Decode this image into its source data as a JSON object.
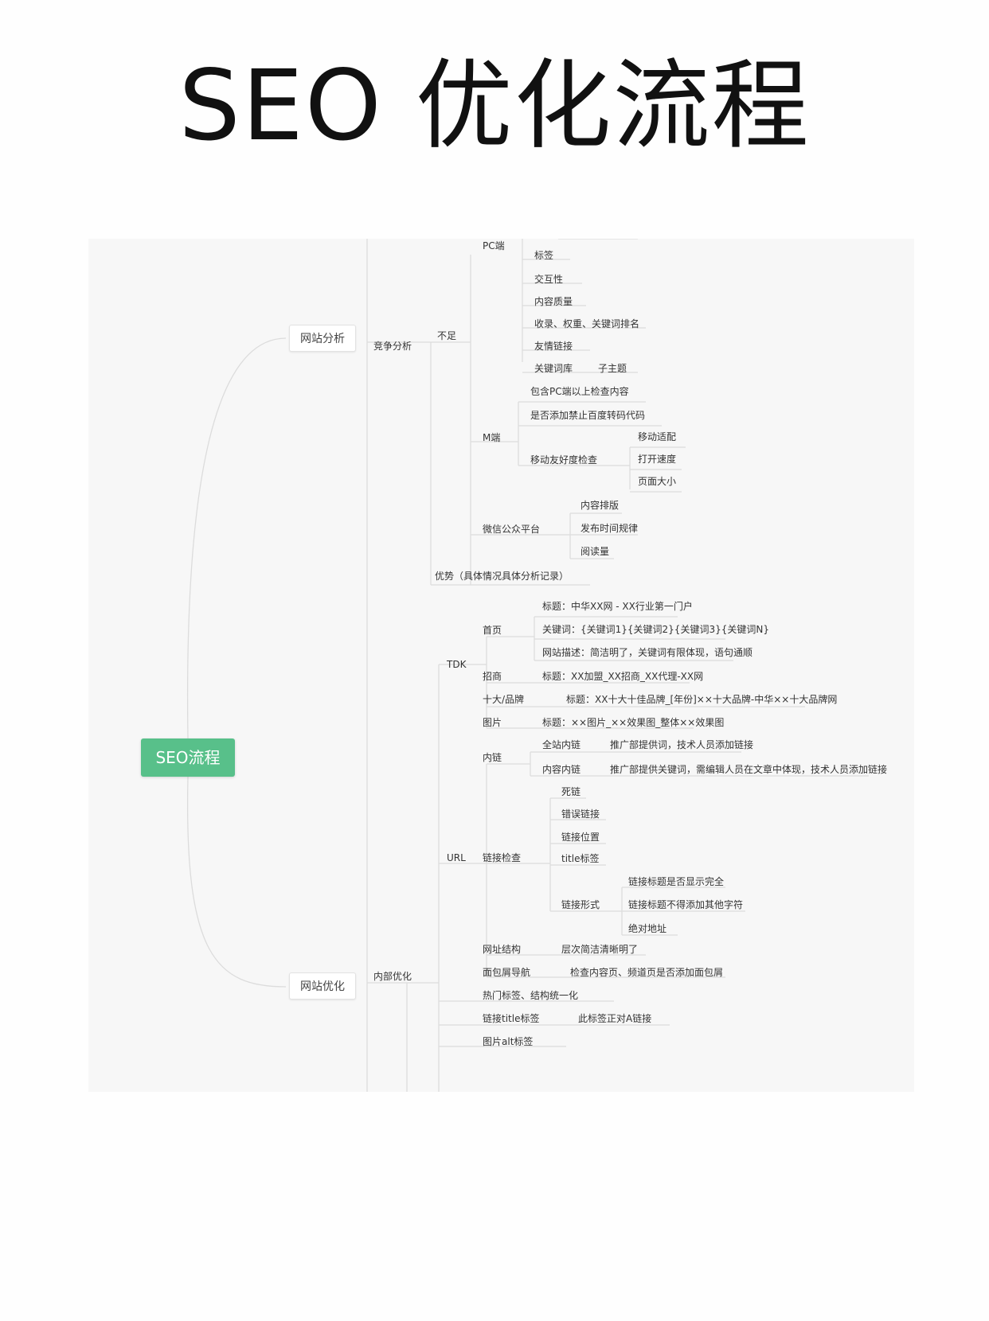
{
  "page": {
    "title": "SEO 优化流程"
  },
  "root": "SEO流程",
  "branch_analysis": {
    "label": "网站分析",
    "competitor": "竞争分析",
    "weakness": "不足",
    "pc": {
      "label": "PC端",
      "items": [
        "标签",
        "交互性",
        "内容质量",
        "收录、权重、关键词排名",
        "友情链接",
        "关键词库"
      ],
      "keyword_sub": "子主题"
    },
    "mobile": {
      "label": "M端",
      "items": [
        "包含PC端以上检查内容",
        "是否添加禁止百度转码代码"
      ],
      "friendly": "移动友好度检查",
      "friendly_items": [
        "移动适配",
        "打开速度",
        "页面大小"
      ]
    },
    "wechat": {
      "label": "微信公众平台",
      "items": [
        "内容排版",
        "发布时间规律",
        "阅读量"
      ]
    },
    "advantage": "优势（具体情况具体分析记录）"
  },
  "branch_opt": {
    "label": "网站优化",
    "internal": "内部优化",
    "tdk": {
      "label": "TDK",
      "home": {
        "label": "首页",
        "items": [
          "标题：中华XX网 - XX行业第一门户",
          "关键词：{关键词1}{关键词2}{关键词3}{关键词N}",
          "网站描述：简洁明了，关键词有限体现，语句通顺"
        ]
      },
      "zhaoshang": {
        "label": "招商",
        "value": "标题：XX加盟_XX招商_XX代理-XX网"
      },
      "brand": {
        "label": "十大/品牌",
        "value": "标题：XX十大十佳品牌_[年份]××十大品牌-中华××十大品牌网"
      },
      "image": {
        "label": "图片",
        "value": "标题：××图片_××效果图_整体××效果图"
      }
    },
    "url": {
      "label": "URL",
      "inner": {
        "label": "内链",
        "site": {
          "label": "全站内链",
          "value": "推广部提供词，技术人员添加链接"
        },
        "content": {
          "label": "内容内链",
          "value": "推广部提供关键词，需编辑人员在文章中体现，技术人员添加链接"
        }
      },
      "check": {
        "label": "链接检查",
        "items": [
          "死链",
          "错误链接",
          "链接位置",
          "title标签"
        ],
        "form": {
          "label": "链接形式",
          "items": [
            "链接标题是否显示完全",
            "链接标题不得添加其他字符",
            "绝对地址"
          ]
        }
      },
      "structure": {
        "label": "网址结构",
        "value": "层次简洁清晰明了"
      },
      "breadcrumb": {
        "label": "面包屑导航",
        "value": "检查内容页、频道页是否添加面包屑"
      }
    },
    "hot": "热门标签、结构统一化",
    "link_title": {
      "label": "链接title标签",
      "value": "此标签正对A链接"
    },
    "img_alt": "图片alt标签"
  }
}
